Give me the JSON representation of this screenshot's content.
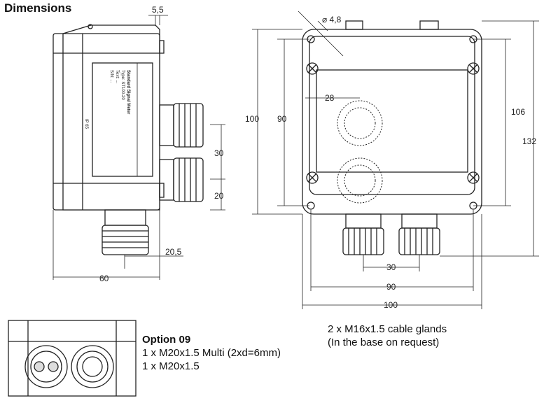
{
  "title": "Dimensions",
  "side_view": {
    "dims": {
      "top_offset": "5,5",
      "height_gland_spacing": "30",
      "gland_offset": "20",
      "bottom_gland": "20,5",
      "width": "60"
    },
    "label_lines": [
      "Standard Signal Meter",
      "Type: ST100-20",
      "Text: ...",
      "S/N: ..."
    ],
    "rating": "IP 65"
  },
  "front_view": {
    "dims": {
      "hole_dia": "⌀ 4,8",
      "inner_width_top": "28",
      "height_100": "100",
      "height_90": "90",
      "height_106": "106",
      "height_132": "132",
      "gland_spacing": "30",
      "width_90": "90",
      "width_100": "100"
    }
  },
  "glands_note": {
    "line1": "2 x M16x1.5 cable glands",
    "line2": "(In the base on request)"
  },
  "option": {
    "heading": "Option 09",
    "line1": "1 x M20x1.5 Multi (2xd=6mm)",
    "line2": "1 x M20x1.5"
  }
}
